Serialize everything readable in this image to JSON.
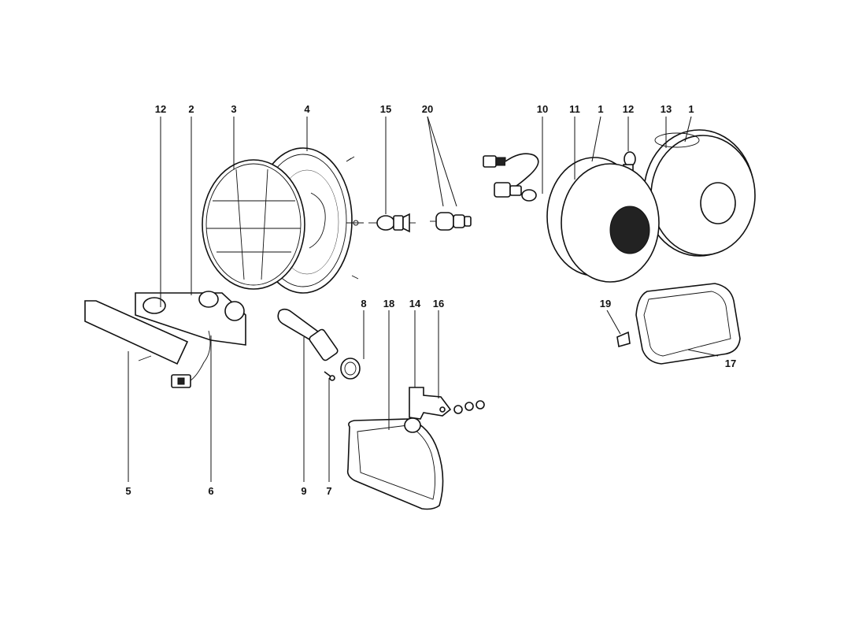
{
  "diagram": {
    "callouts": {
      "c12a": "12",
      "c2": "2",
      "c3": "3",
      "c4": "4",
      "c15": "15",
      "c20": "20",
      "c10": "10",
      "c11": "11",
      "c1a": "1",
      "c12b": "12",
      "c13": "13",
      "c1b": "1",
      "c8": "8",
      "c18": "18",
      "c14": "14",
      "c16": "16",
      "c19": "19",
      "c17": "17",
      "c5": "5",
      "c6": "6",
      "c9": "9",
      "c7": "7"
    }
  }
}
